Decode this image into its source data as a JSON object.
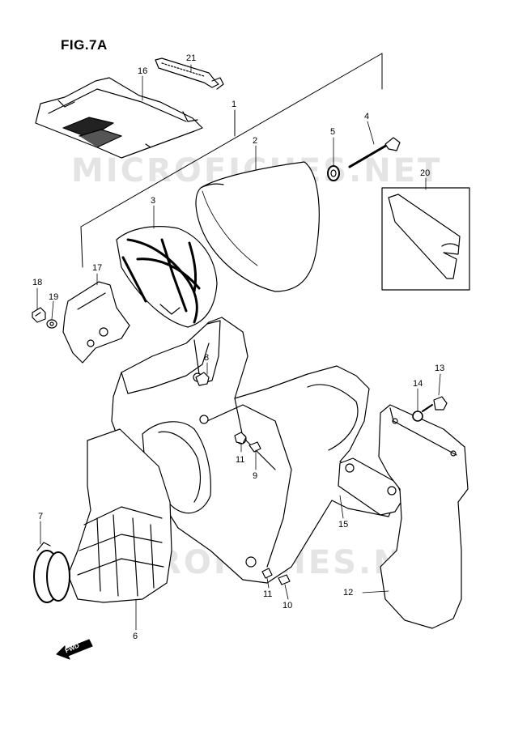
{
  "figure": {
    "title": "FIG.7A",
    "watermark": "MICROFICHES.NET",
    "direction_label": "FWD"
  },
  "callouts": {
    "c1": "1",
    "c2": "2",
    "c3": "3",
    "c4": "4",
    "c5": "5",
    "c6": "6",
    "c7": "7",
    "c8": "8",
    "c9": "9",
    "c10": "10",
    "c11a": "11",
    "c11b": "11",
    "c12": "12",
    "c13": "13",
    "c14": "14",
    "c15": "15",
    "c16": "16",
    "c17": "17",
    "c18": "18",
    "c19": "19",
    "c20": "20",
    "c21": "21"
  },
  "colors": {
    "ink": "#000000",
    "watermark": "#e4e4e4",
    "paper": "#ffffff"
  }
}
